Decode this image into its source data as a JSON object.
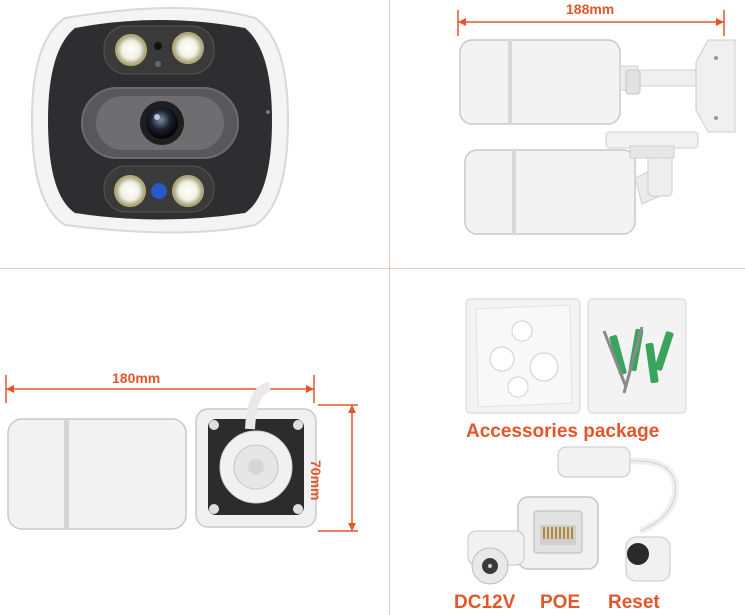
{
  "dimensions": {
    "top_length": "188mm",
    "bottom_length": "180mm",
    "bottom_height": "70mm"
  },
  "captions": {
    "accessories": "Accessories package",
    "dc": "DC12V",
    "poe": "POE",
    "reset": "Reset"
  },
  "colors": {
    "accent": "#e3562a",
    "divider": "#e6c9b8",
    "camera_body": "#f2f2f2",
    "camera_face": "#2f2f2f"
  }
}
